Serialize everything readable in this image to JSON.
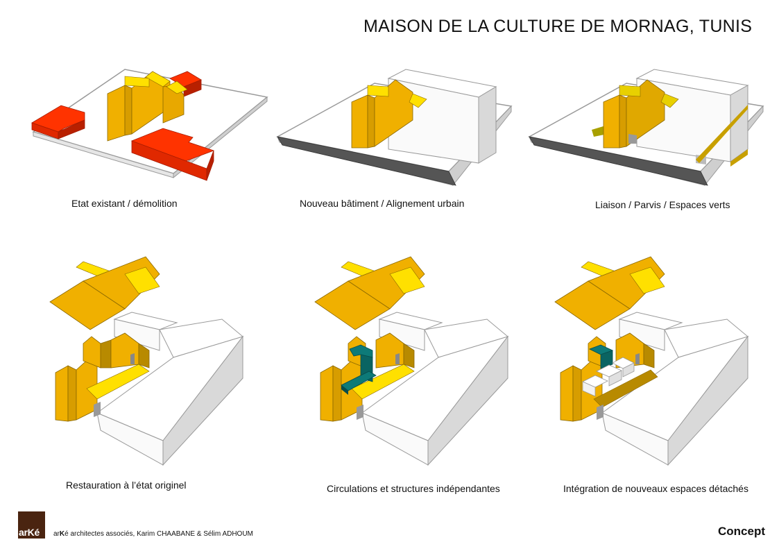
{
  "header": {
    "title": "MAISON DE LA CULTURE DE MORNAG, TUNIS"
  },
  "panels": [
    {
      "caption": "Etat existant / démolition"
    },
    {
      "caption": "Nouveau bâtiment / Alignement urbain"
    },
    {
      "caption": "Liaison / Parvis / Espaces verts"
    },
    {
      "caption": "Restauration à l’état originel"
    },
    {
      "caption": "Circulations et structures indépendantes"
    },
    {
      "caption": "Intégration de nouveaux espaces détachés"
    }
  ],
  "footer": {
    "logo_text": "arKé",
    "firm_prefix": "ar",
    "firm_bold": "K",
    "firm_rest": "é architectes associés, Karim CHAABANE & Sélim ADHOUM",
    "section_label": "Concept"
  },
  "colors": {
    "gold": "#f0b000",
    "gold_dark": "#b88a00",
    "yellow": "#ffe000",
    "red": "#ff3300",
    "red_dark": "#c22200",
    "road": "#555555",
    "teal": "#0d7a78",
    "olive": "#a8a000"
  }
}
